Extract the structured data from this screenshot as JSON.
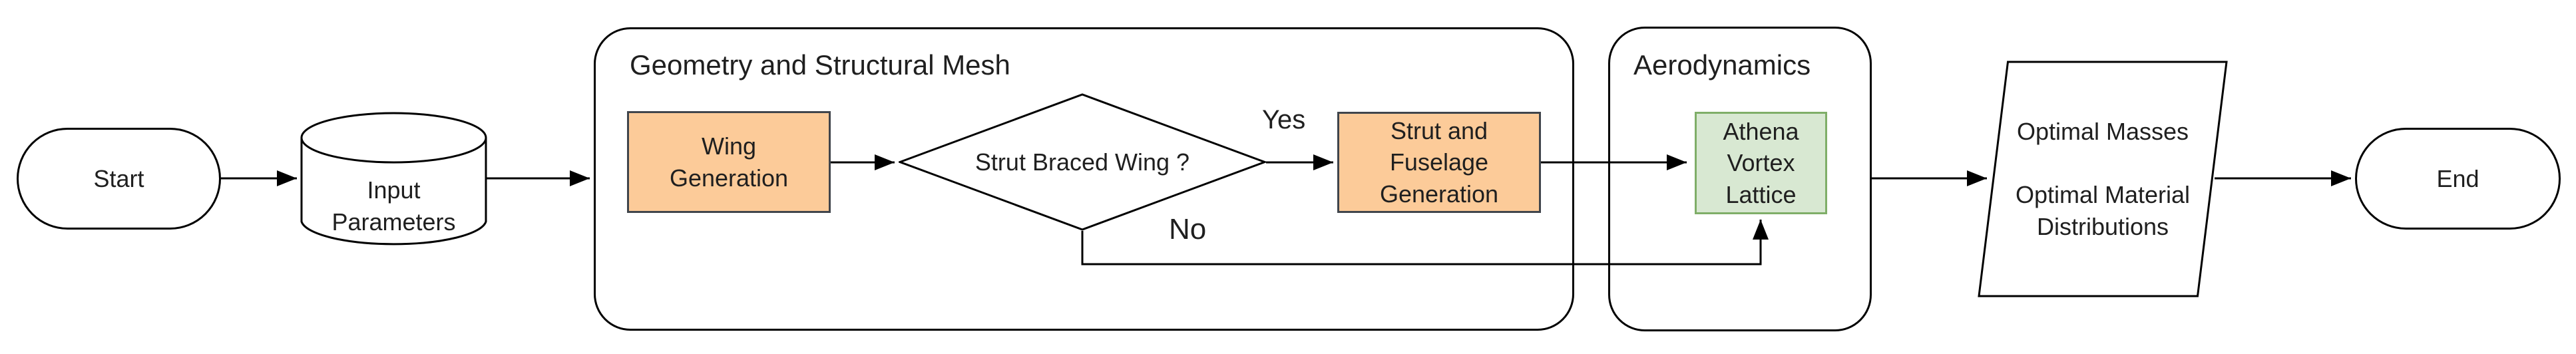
{
  "diagram": {
    "containers": [
      {
        "id": "geometry-structural-mesh",
        "label": "Geometry and Structural Mesh"
      },
      {
        "id": "aerodynamics",
        "label": "Aerodynamics"
      }
    ],
    "nodes": [
      {
        "id": "start",
        "type": "terminator",
        "label": "Start"
      },
      {
        "id": "input-parameters",
        "type": "data-store",
        "label": "Input\nParameters"
      },
      {
        "id": "wing-generation",
        "type": "process",
        "label": "Wing\nGeneration"
      },
      {
        "id": "strut-braced-wing-decision",
        "type": "decision",
        "label": "Strut Braced Wing ?"
      },
      {
        "id": "strut-fuselage-generation",
        "type": "process",
        "label": "Strut and\nFuselage\nGeneration"
      },
      {
        "id": "athena-vortex-lattice",
        "type": "process",
        "label": "Athena\nVortex\nLattice"
      },
      {
        "id": "optimal-outputs",
        "type": "input-output",
        "label": "Optimal Masses\n\nOptimal Material\nDistributions"
      },
      {
        "id": "end",
        "type": "terminator",
        "label": "End"
      }
    ],
    "edge_labels": {
      "yes": "Yes",
      "no": "No"
    },
    "colors": {
      "background": "#FFFFFF",
      "stroke": "#000000",
      "process_fill": "#FCCB99",
      "process_border": "#40454C",
      "avl_fill": "#D8E8D2",
      "avl_border": "#7FAE68",
      "text": "#1F1F1F"
    }
  }
}
